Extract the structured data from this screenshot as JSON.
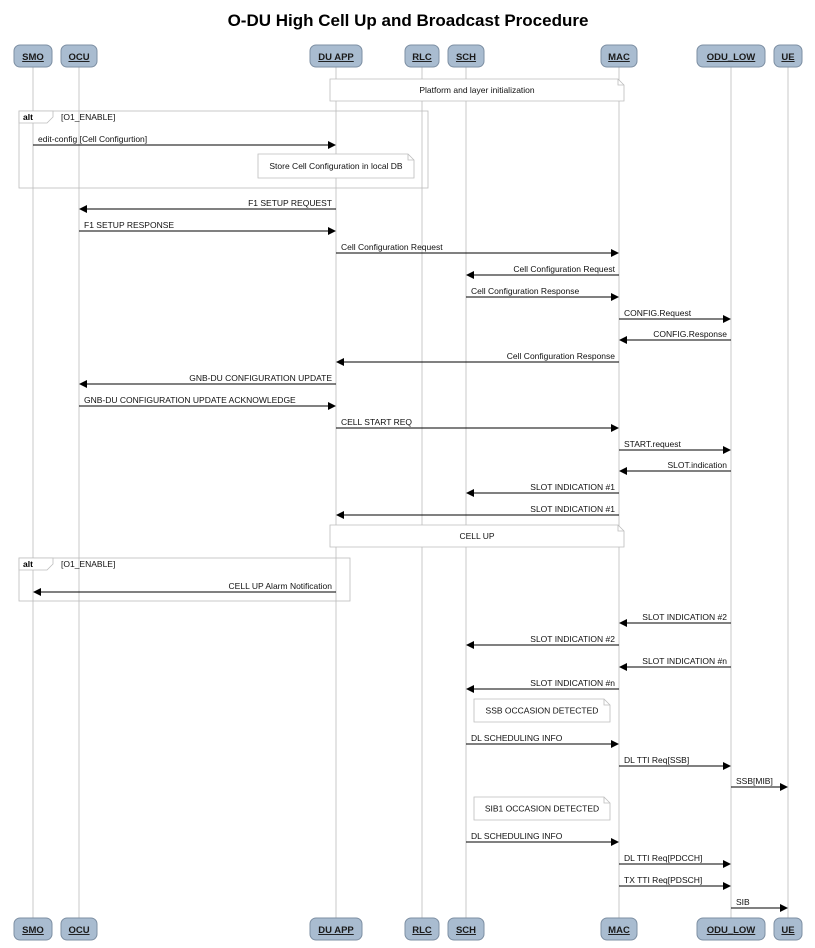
{
  "title": "O-DU High Cell Up and Broadcast Procedure",
  "participants": [
    {
      "id": "smo",
      "label": "SMO"
    },
    {
      "id": "ocu",
      "label": "OCU"
    },
    {
      "id": "duapp",
      "label": "DU APP"
    },
    {
      "id": "rlc",
      "label": "RLC"
    },
    {
      "id": "sch",
      "label": "SCH"
    },
    {
      "id": "mac",
      "label": "MAC"
    },
    {
      "id": "odulow",
      "label": "ODU_LOW"
    },
    {
      "id": "ue",
      "label": "UE"
    }
  ],
  "fragments": [
    {
      "keyword": "alt",
      "condition": "[O1_ENABLE]"
    },
    {
      "keyword": "alt",
      "condition": "[O1_ENABLE]"
    }
  ],
  "notes": [
    "Platform and layer initialization",
    "Store Cell Configuration in local DB",
    "CELL UP",
    "SSB OCCASION DETECTED",
    "SIB1 OCCASION DETECTED"
  ],
  "messages": [
    {
      "from": "smo",
      "to": "duapp",
      "label": "edit-config [Cell Configurtion]"
    },
    {
      "from": "duapp",
      "to": "ocu",
      "label": "F1 SETUP REQUEST"
    },
    {
      "from": "ocu",
      "to": "duapp",
      "label": "F1 SETUP RESPONSE"
    },
    {
      "from": "duapp",
      "to": "mac",
      "label": "Cell Configuration Request"
    },
    {
      "from": "mac",
      "to": "sch",
      "label": "Cell Configuration Request"
    },
    {
      "from": "sch",
      "to": "mac",
      "label": "Cell Configuration Response"
    },
    {
      "from": "mac",
      "to": "odulow",
      "label": "CONFIG.Request"
    },
    {
      "from": "odulow",
      "to": "mac",
      "label": "CONFIG.Response"
    },
    {
      "from": "mac",
      "to": "duapp",
      "label": "Cell Configuration Response"
    },
    {
      "from": "duapp",
      "to": "ocu",
      "label": "GNB-DU CONFIGURATION UPDATE"
    },
    {
      "from": "ocu",
      "to": "duapp",
      "label": "GNB-DU CONFIGURATION UPDATE ACKNOWLEDGE"
    },
    {
      "from": "duapp",
      "to": "mac",
      "label": "CELL START REQ"
    },
    {
      "from": "mac",
      "to": "odulow",
      "label": "START.request"
    },
    {
      "from": "odulow",
      "to": "mac",
      "label": "SLOT.indication"
    },
    {
      "from": "mac",
      "to": "sch",
      "label": "SLOT INDICATION #1"
    },
    {
      "from": "mac",
      "to": "duapp",
      "label": "SLOT INDICATION #1"
    },
    {
      "from": "duapp",
      "to": "smo",
      "label": "CELL UP Alarm Notification"
    },
    {
      "from": "odulow",
      "to": "mac",
      "label": "SLOT INDICATION #2"
    },
    {
      "from": "mac",
      "to": "sch",
      "label": "SLOT INDICATION #2"
    },
    {
      "from": "odulow",
      "to": "mac",
      "label": "SLOT INDICATION #n"
    },
    {
      "from": "mac",
      "to": "sch",
      "label": "SLOT INDICATION #n"
    },
    {
      "from": "sch",
      "to": "mac",
      "label": "DL SCHEDULING INFO"
    },
    {
      "from": "mac",
      "to": "odulow",
      "label": "DL TTI Req[SSB]"
    },
    {
      "from": "odulow",
      "to": "ue",
      "label": "SSB[MIB]"
    },
    {
      "from": "sch",
      "to": "mac",
      "label": "DL SCHEDULING INFO"
    },
    {
      "from": "mac",
      "to": "odulow",
      "label": "DL TTI Req[PDCCH]"
    },
    {
      "from": "mac",
      "to": "odulow",
      "label": "TX TTI Req[PDSCH]"
    },
    {
      "from": "odulow",
      "to": "ue",
      "label": "SIB"
    }
  ]
}
